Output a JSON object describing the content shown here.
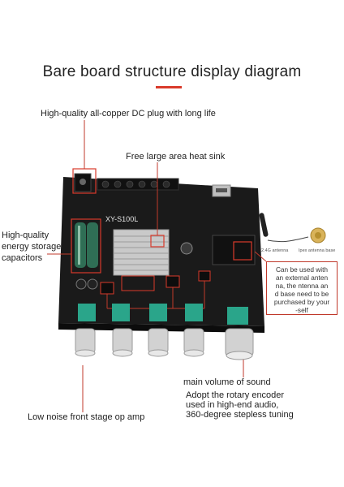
{
  "diagram": {
    "title": "Bare board structure display diagram",
    "board_label": "XY-S100L",
    "labels": {
      "dc_plug": "High-quality all-copper DC plug with long life",
      "heat_sink": "Free large area heat sink",
      "capacitors": [
        "High-quality",
        "energy storage",
        "capacitors"
      ],
      "antenna_note": [
        "Can be used with",
        "an external anten",
        "na, the ntenna an",
        "d base need to be",
        "purchased by your",
        "-self"
      ],
      "antenna_2g4": "2.4G antenna",
      "antenna_base": "Ipex antenna base",
      "main_volume": "main volume of sound",
      "encoder": [
        "Adopt the rotary encoder",
        "used in high-end audio,",
        "360-degree stepless tuning"
      ],
      "op_amp": "Low noise front stage op amp"
    },
    "colors": {
      "board": "#1b1b1b",
      "accent": "#d93a2b",
      "callout": "#c0392b",
      "knob_green": "#2aa58a"
    }
  }
}
